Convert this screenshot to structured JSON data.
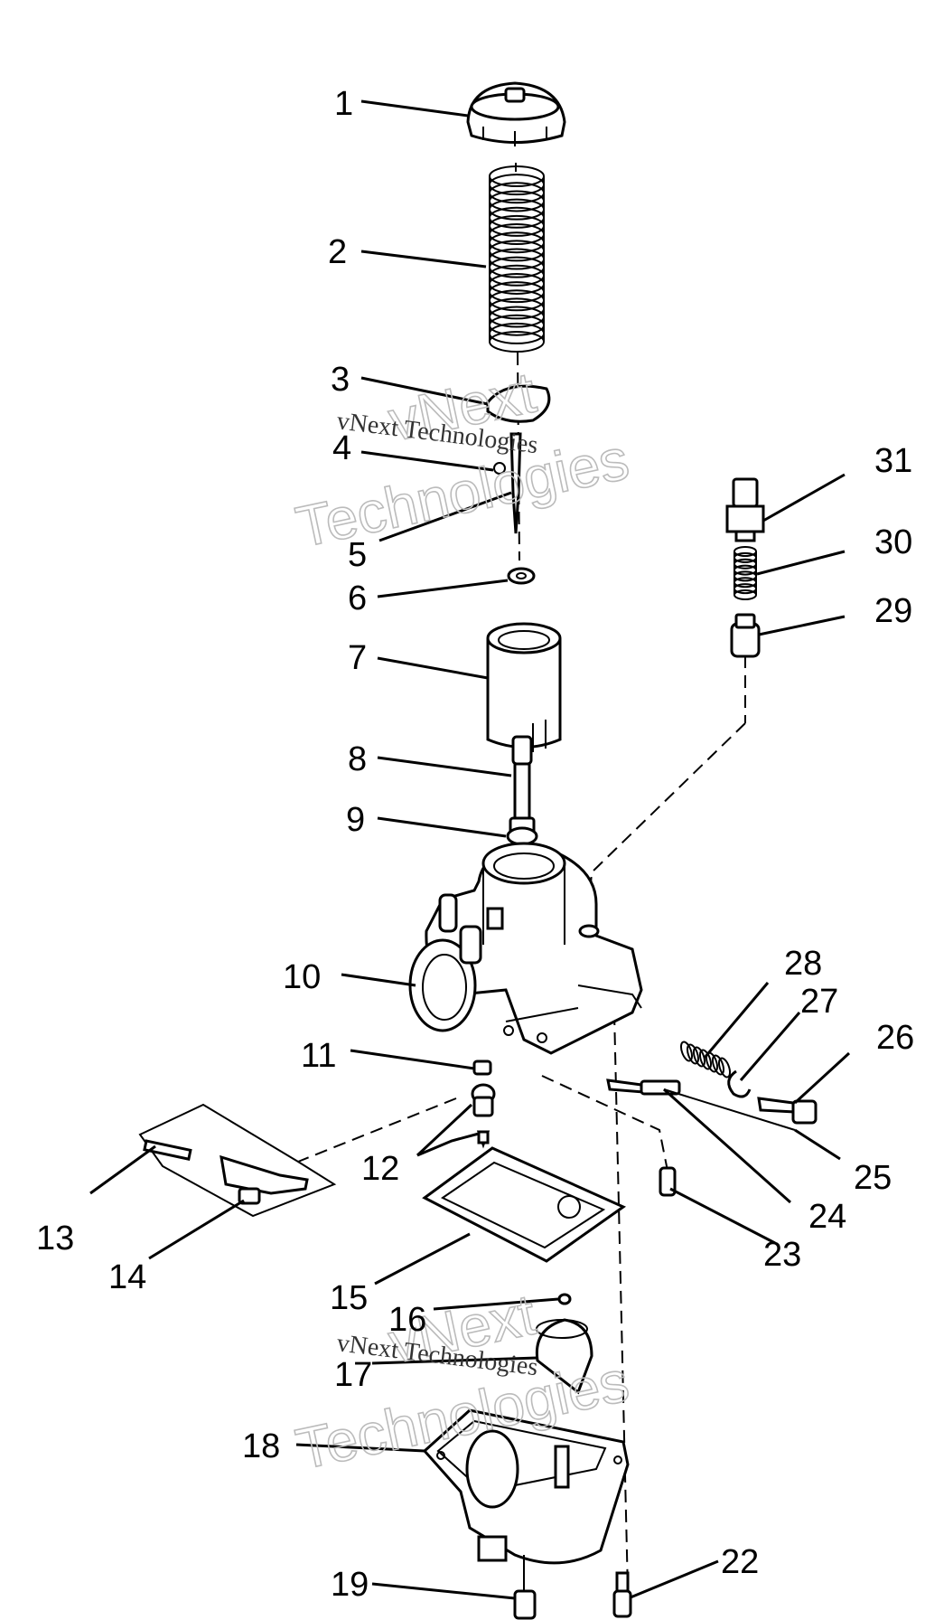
{
  "callouts": [
    {
      "id": "1",
      "label": "1"
    },
    {
      "id": "2",
      "label": "2"
    },
    {
      "id": "3",
      "label": "3"
    },
    {
      "id": "4",
      "label": "4"
    },
    {
      "id": "5",
      "label": "5"
    },
    {
      "id": "6",
      "label": "6"
    },
    {
      "id": "7",
      "label": "7"
    },
    {
      "id": "8",
      "label": "8"
    },
    {
      "id": "9",
      "label": "9"
    },
    {
      "id": "10",
      "label": "10"
    },
    {
      "id": "11",
      "label": "11"
    },
    {
      "id": "12",
      "label": "12"
    },
    {
      "id": "13",
      "label": "13"
    },
    {
      "id": "14",
      "label": "14"
    },
    {
      "id": "15",
      "label": "15"
    },
    {
      "id": "16",
      "label": "16"
    },
    {
      "id": "17",
      "label": "17"
    },
    {
      "id": "18",
      "label": "18"
    },
    {
      "id": "19",
      "label": "19"
    },
    {
      "id": "22",
      "label": "22"
    },
    {
      "id": "23",
      "label": "23"
    },
    {
      "id": "24",
      "label": "24"
    },
    {
      "id": "25",
      "label": "25"
    },
    {
      "id": "26",
      "label": "26"
    },
    {
      "id": "27",
      "label": "27"
    },
    {
      "id": "28",
      "label": "28"
    },
    {
      "id": "29",
      "label": "29"
    },
    {
      "id": "30",
      "label": "30"
    },
    {
      "id": "31",
      "label": "31"
    }
  ],
  "watermark": {
    "line1": "vNext",
    "line2": "Technologies",
    "inline": "vNext Technologies"
  }
}
